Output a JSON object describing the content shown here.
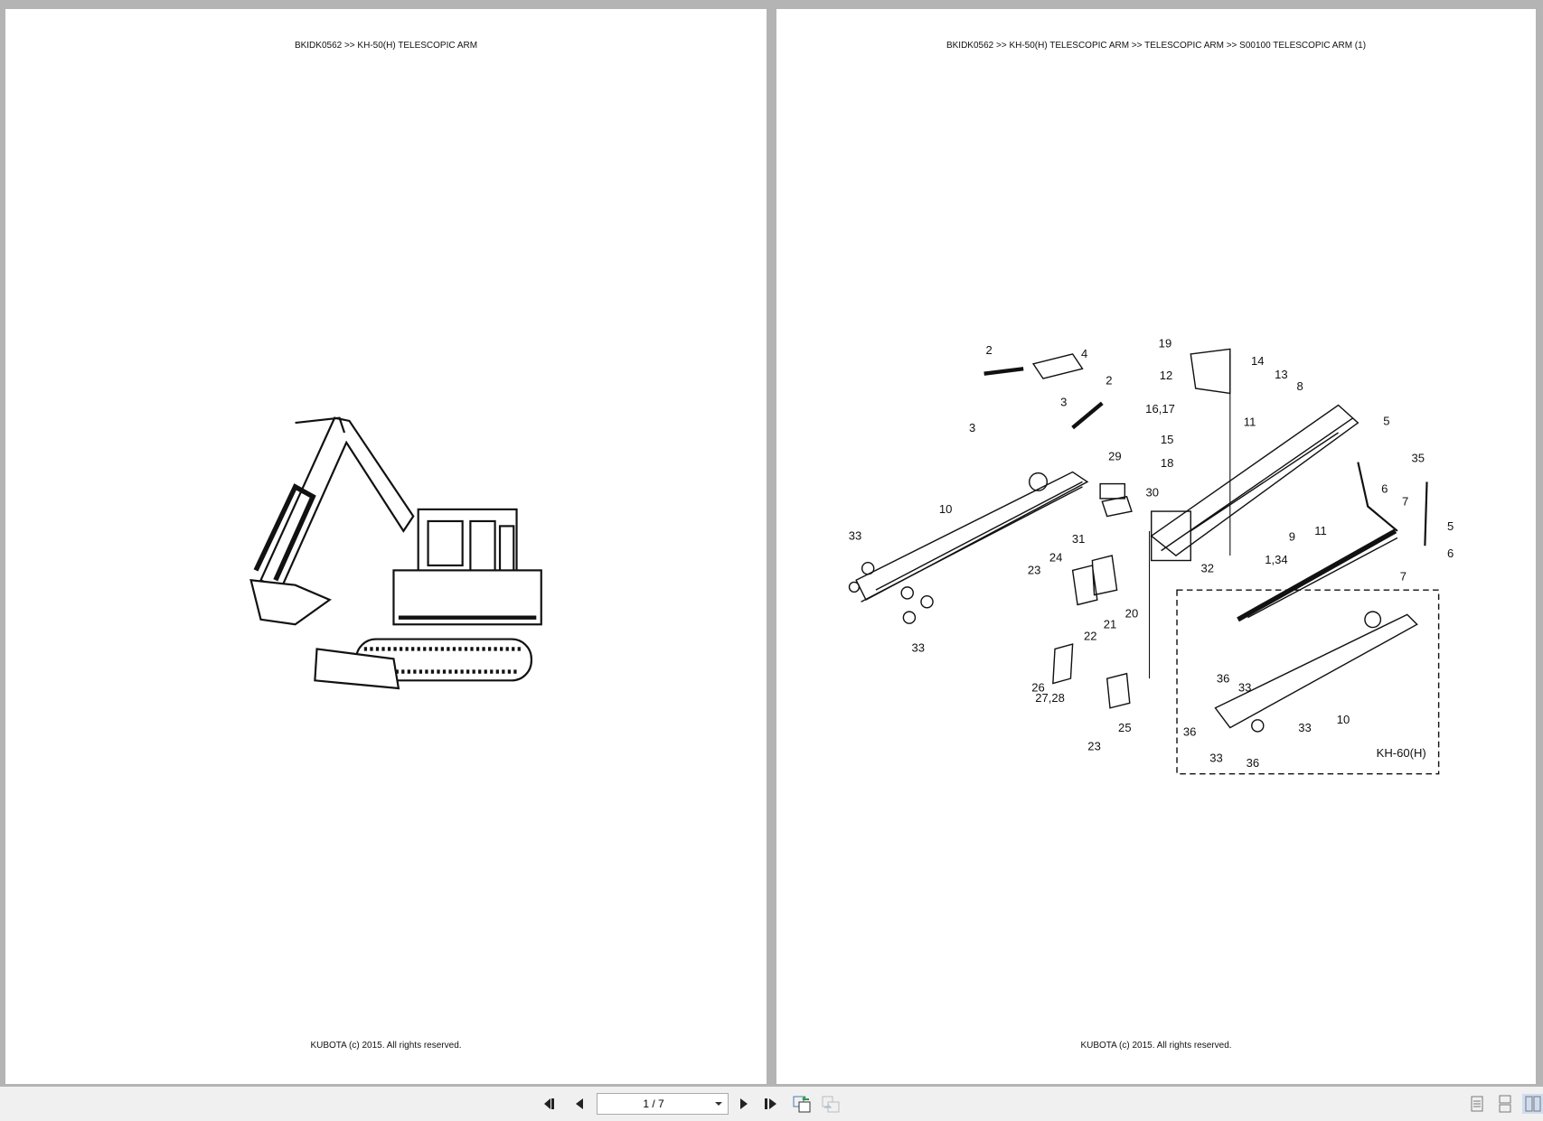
{
  "left_page": {
    "header": "BKIDK0562 >> KH-50(H) TELESCOPIC ARM",
    "footer": "KUBOTA (c) 2015. All rights reserved."
  },
  "right_page": {
    "header": "BKIDK0562 >> KH-50(H) TELESCOPIC ARM >> TELESCOPIC ARM >> S00100   TELESCOPIC ARM (1)",
    "footer": "KUBOTA (c) 2015. All rights reserved.",
    "callouts": [
      "2",
      "4",
      "3",
      "3",
      "2",
      "19",
      "12",
      "14",
      "13",
      "8",
      "16,17",
      "15",
      "11",
      "18",
      "5",
      "35",
      "29",
      "30",
      "10",
      "6",
      "7",
      "5",
      "6",
      "7",
      "9",
      "11",
      "31",
      "32",
      "33",
      "24",
      "23",
      "1,34",
      "20",
      "21",
      "22",
      "33",
      "26",
      "27,28",
      "25",
      "23",
      "36",
      "33",
      "10",
      "36",
      "33",
      "33",
      "36"
    ],
    "variant_label": "KH-60(H)"
  },
  "toolbar": {
    "page_indicator": "1 / 7",
    "icons": [
      "first-page-icon",
      "previous-page-icon",
      "next-page-icon",
      "last-page-icon",
      "previous-view-icon",
      "next-view-icon",
      "single-page-view-icon",
      "continuous-view-icon",
      "two-page-view-icon"
    ],
    "active_view": "two-page-view"
  }
}
